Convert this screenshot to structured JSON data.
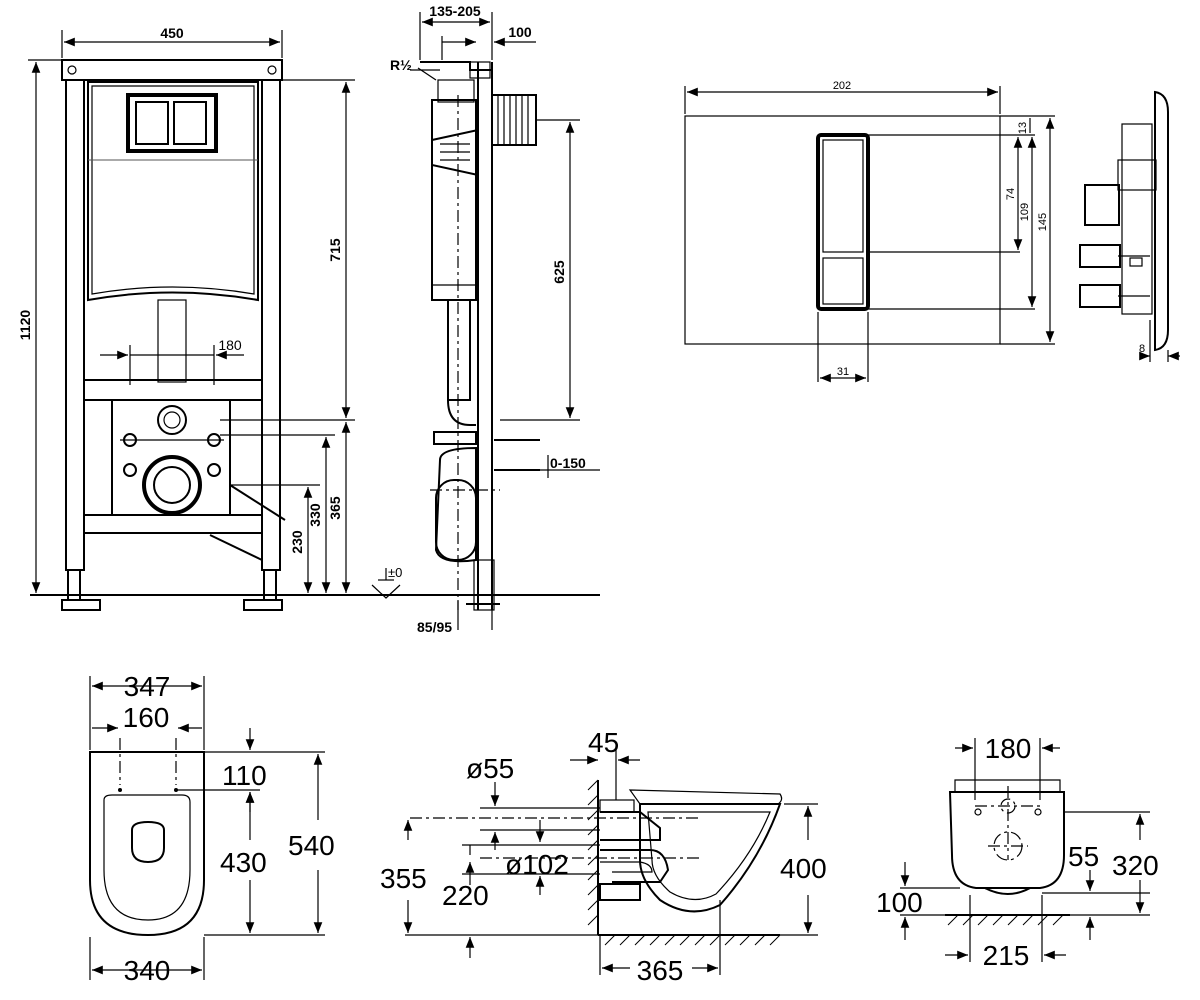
{
  "frame": {
    "width_450": "450",
    "height_1120": "1120",
    "height_715": "715",
    "width_180": "180",
    "height_365": "365",
    "height_330": "330",
    "height_230": "230"
  },
  "side": {
    "range_135_205": "135-205",
    "depth_100": "100",
    "thread": "R½",
    "height_625": "625",
    "range_0_150": "0-150",
    "floor_zero": "±0",
    "pipe_85_95": "85/95"
  },
  "plate": {
    "width_202": "202",
    "h_13": "13",
    "h_74": "74",
    "h_109": "109",
    "h_145": "145",
    "w_31": "31",
    "depth_8": "8"
  },
  "bowl_top": {
    "w_347": "347",
    "w_160": "160",
    "h_110": "110",
    "h_430": "430",
    "h_540": "540",
    "w_340": "340"
  },
  "bowl_side": {
    "d_45": "45",
    "dia_55": "ø55",
    "h_355": "355",
    "h_220": "220",
    "dia_102": "ø102",
    "h_400": "400",
    "w_365": "365"
  },
  "bowl_front": {
    "w_180": "180",
    "h_55": "55",
    "h_320": "320",
    "h_100": "100",
    "w_215": "215"
  }
}
